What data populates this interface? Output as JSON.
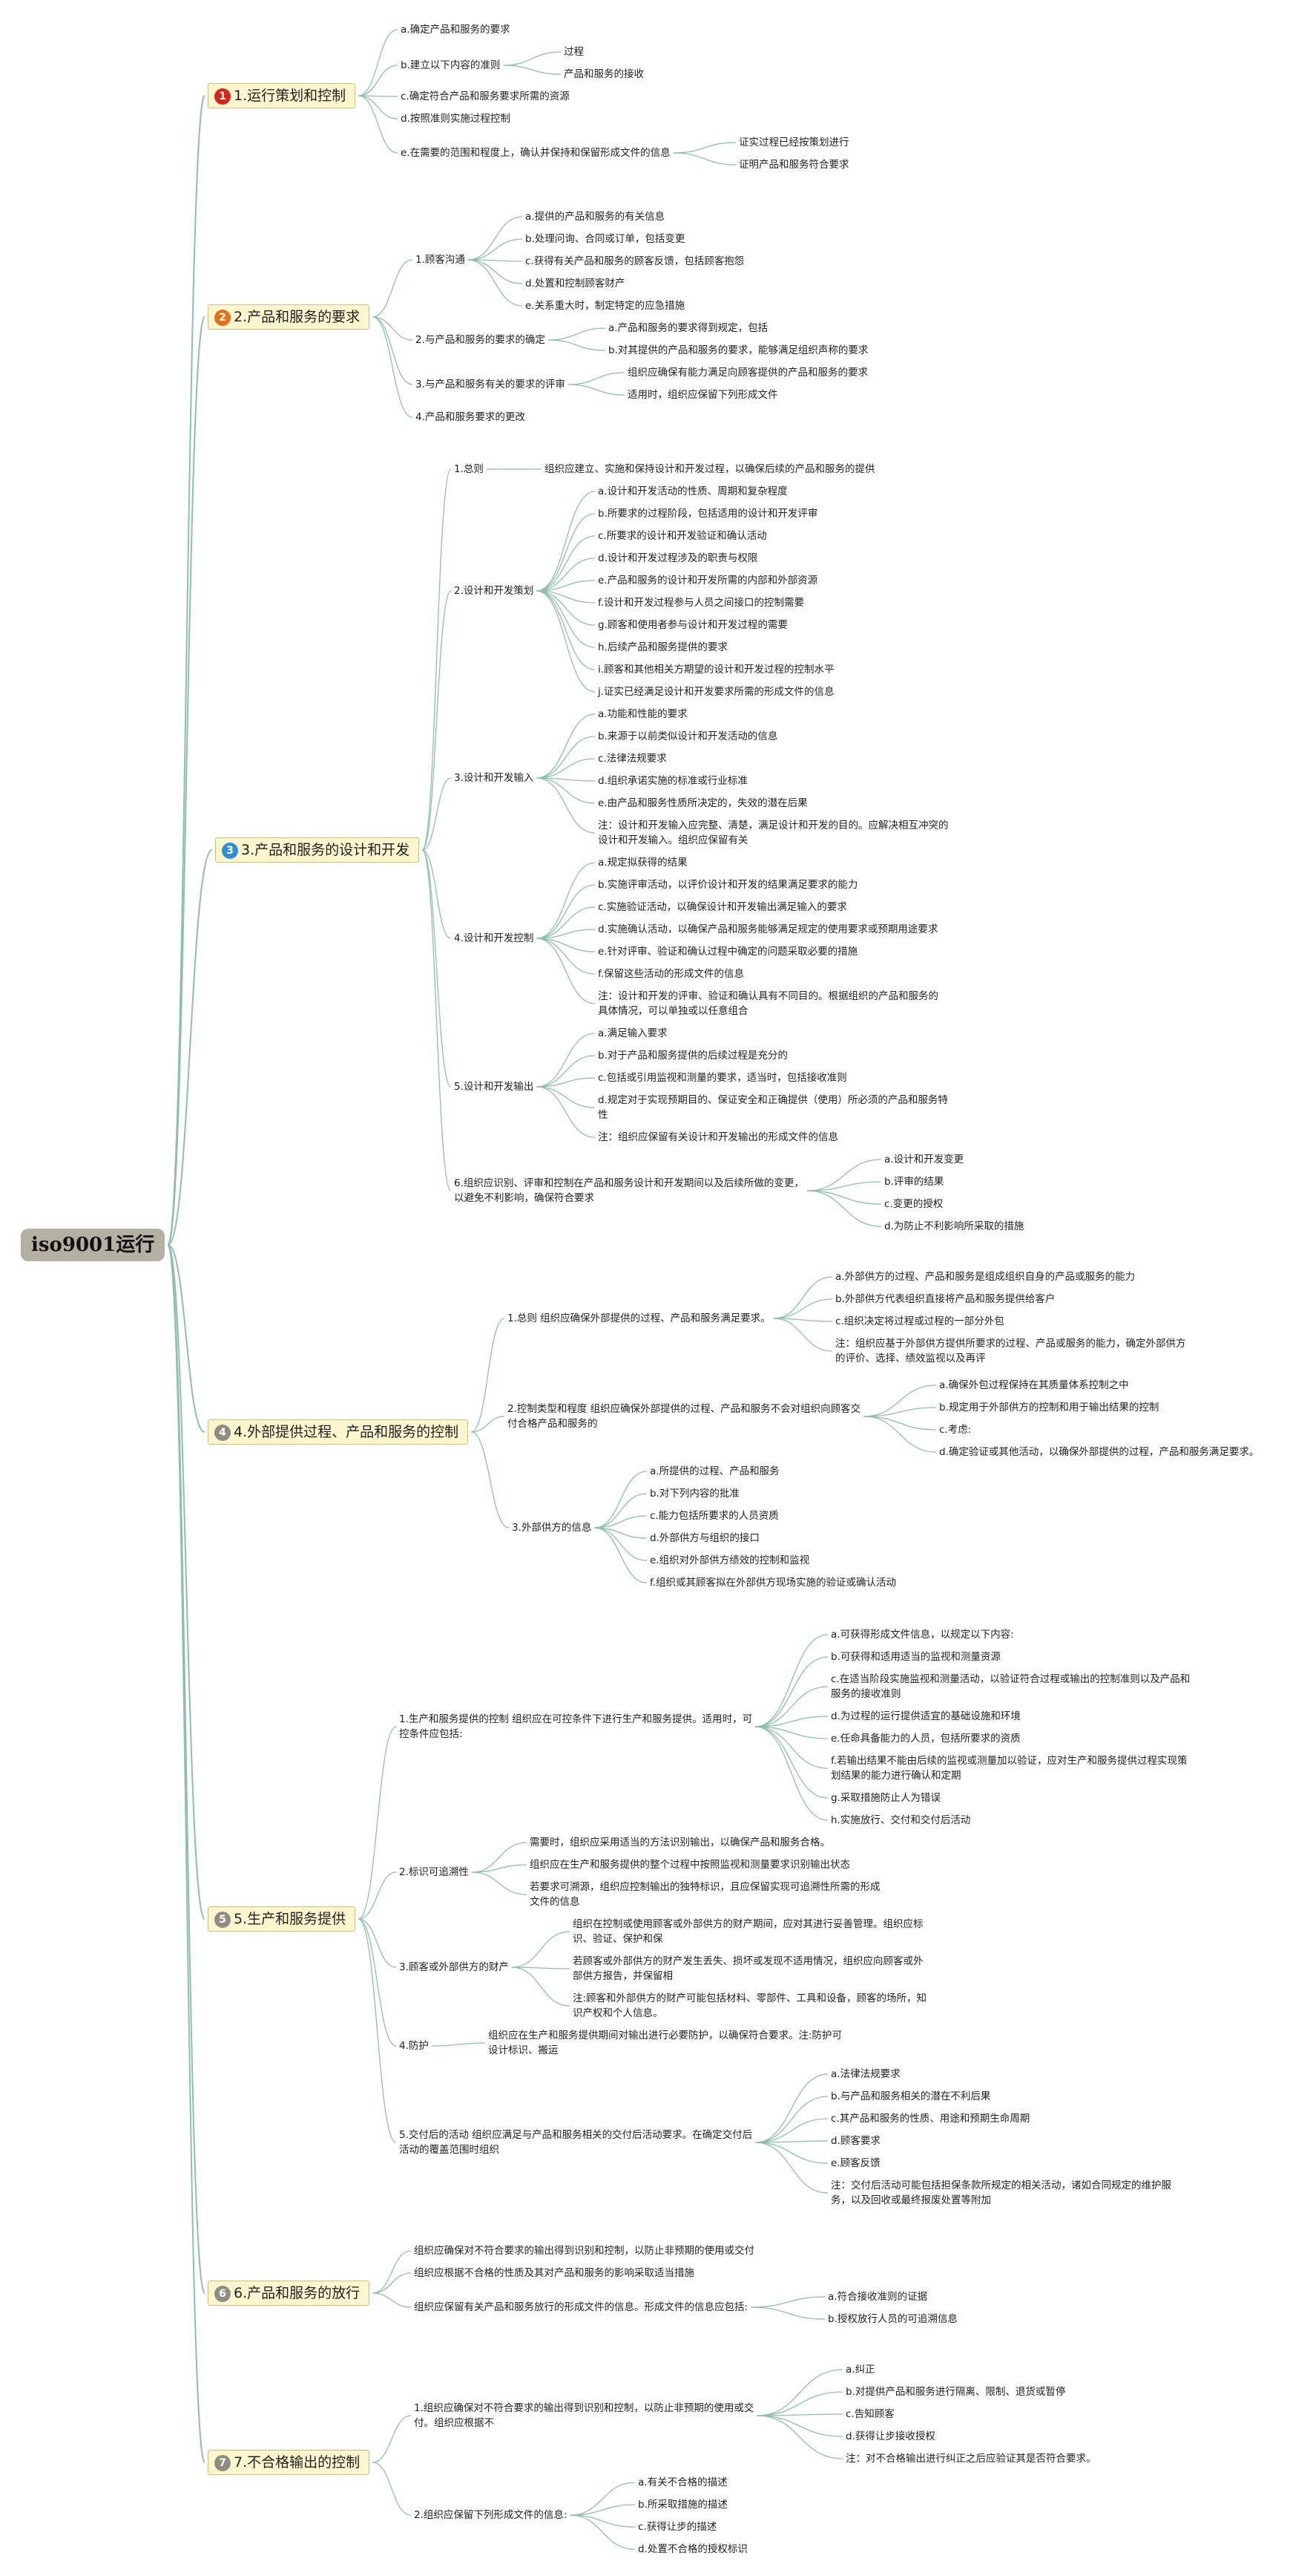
{
  "root": "iso9001运行",
  "badges": {
    "b1": "1",
    "b2": "2",
    "b3": "3",
    "b4": "4",
    "b5": "5",
    "b6": "6",
    "b7": "7"
  },
  "colors": {
    "b1": "#d2281c",
    "b2": "#e1721b",
    "b3": "#2f8fd6",
    "b4": "#8e8c84",
    "b5": "#8e8c84",
    "b6": "#8e8c84",
    "b7": "#8e8c84",
    "line": "#8fbfaa"
  },
  "s1": {
    "title": "1.运行策划和控制",
    "a": "a.确定产品和服务的要求",
    "b": "b.建立以下内容的准则",
    "b1": "过程",
    "b2": "产品和服务的接收",
    "c": "c.确定符合产品和服务要求所需的资源",
    "d": "d.按照准则实施过程控制",
    "e": "e.在需要的范围和程度上，确认并保持和保留形成文件的信息",
    "e1": "证实过程已经按策划进行",
    "e2": "证明产品和服务符合要求"
  },
  "s2": {
    "title": "2.产品和服务的要求",
    "n1": "1.顾客沟通",
    "n1a": "a.提供的产品和服务的有关信息",
    "n1b": "b.处理问询、合同或订单，包括变更",
    "n1c": "c.获得有关产品和服务的顾客反馈，包括顾客抱怨",
    "n1d": "d.处置和控制顾客财产",
    "n1e": "e.关系重大时，制定特定的应急措施",
    "n2": "2.与产品和服务的要求的确定",
    "n2a": "a.产品和服务的要求得到规定，包括",
    "n2b": "b.对其提供的产品和服务的要求，能够满足组织声称的要求",
    "n3": "3.与产品和服务有关的要求的评审",
    "n3a": "组织应确保有能力满足向顾客提供的产品和服务的要求",
    "n3b": "适用时，组织应保留下列形成文件",
    "n4": "4.产品和服务要求的更改"
  },
  "s3": {
    "title": "3.产品和服务的设计和开发",
    "n1": "1.总则",
    "n1a": "组织应建立、实施和保持设计和开发过程，以确保后续的产品和服务的提供",
    "n2": "2.设计和开发策划",
    "n2a": "a.设计和开发活动的性质、周期和复杂程度",
    "n2b": "b.所要求的过程阶段，包括适用的设计和开发评审",
    "n2c": "c.所要求的设计和开发验证和确认活动",
    "n2d": "d.设计和开发过程涉及的职责与权限",
    "n2e": "e.产品和服务的设计和开发所需的内部和外部资源",
    "n2f": "f.设计和开发过程参与人员之间接口的控制需要",
    "n2g": "g.顾客和使用者参与设计和开发过程的需要",
    "n2h": "h.后续产品和服务提供的要求",
    "n2i": "i.顾客和其他相关方期望的设计和开发过程的控制水平",
    "n2j": "j.证实已经满足设计和开发要求所需的形成文件的信息",
    "n3": "3.设计和开发输入",
    "n3a": "a.功能和性能的要求",
    "n3b": "b.来源于以前类似设计和开发活动的信息",
    "n3c": "c.法律法规要求",
    "n3d": "d.组织承诺实施的标准或行业标准",
    "n3e": "e.由产品和服务性质所决定的，失效的潜在后果",
    "n3f": "注：设计和开发输入应完整、清楚，满足设计和开发的目的。应解决相互冲突的\n设计和开发输入。组织应保留有关",
    "n4": "4.设计和开发控制",
    "n4a": "a.规定拟获得的结果",
    "n4b": "b.实施评审活动，以评价设计和开发的结果满足要求的能力",
    "n4c": "c.实施验证活动，以确保设计和开发输出满足输入的要求",
    "n4d": "d.实施确认活动，以确保产品和服务能够满足规定的使用要求或预期用途要求",
    "n4e": "e.针对评审、验证和确认过程中确定的问题采取必要的措施",
    "n4f": "f.保留这些活动的形成文件的信息",
    "n4g": "注：设计和开发的评审、验证和确认具有不同目的。根据组织的产品和服务的\n具体情况，可以单独或以任意组合",
    "n5": "5.设计和开发输出",
    "n5a": "a.满足输入要求",
    "n5b": "b.对于产品和服务提供的后续过程是充分的",
    "n5c": "c.包括或引用监视和测量的要求，适当时，包括接收准则",
    "n5d": "d.规定对于实现预期目的、保证安全和正确提供（使用）所必须的产品和服务特\n性",
    "n5e": "注：组织应保留有关设计和开发输出的形成文件的信息",
    "n6": "6.组织应识别、评审和控制在产品和服务设计和开发期间以及后续所做的变更，\n以避免不利影响，确保符合要求",
    "n6a": "a.设计和开发变更",
    "n6b": "b.评审的结果",
    "n6c": "c.变更的授权",
    "n6d": "d.为防止不利影响所采取的措施"
  },
  "s4": {
    "title": "4.外部提供过程、产品和服务的控制",
    "n1": "1.总则 组织应确保外部提供的过程、产品和服务满足要求。",
    "n1a": "a.外部供方的过程、产品和服务是组成组织自身的产品或服务的能力",
    "n1b": "b.外部供方代表组织直接将产品和服务提供给客户",
    "n1c": "c.组织决定将过程或过程的一部分外包",
    "n1d": "注：组织应基于外部供方提供所要求的过程、产品或服务的能力，确定外部供方\n的评价、选择、绩效监视以及再评",
    "n2": "2.控制类型和程度 组织应确保外部提供的过程、产品和服务不会对组织向顾客交\n付合格产品和服务的",
    "n2a": "a.确保外包过程保持在其质量体系控制之中",
    "n2b": "b.规定用于外部供方的控制和用于输出结果的控制",
    "n2c": "c.考虑:",
    "n2d": "d.确定验证或其他活动，以确保外部提供的过程，产品和服务满足要求。",
    "n3": "3.外部供方的信息",
    "n3a": "a.所提供的过程、产品和服务",
    "n3b": "b.对下列内容的批准",
    "n3c": "c.能力包括所要求的人员资质",
    "n3d": "d.外部供方与组织的接口",
    "n3e": "e.组织对外部供方绩效的控制和监视",
    "n3f": "f.组织或其顾客拟在外部供方现场实施的验证或确认活动"
  },
  "s5": {
    "title": "5.生产和服务提供",
    "n1": "1.生产和服务提供的控制 组织应在可控条件下进行生产和服务提供。适用时，可\n控条件应包括:",
    "n1a": "a.可获得形成文件信息，以规定以下内容:",
    "n1b": "b.可获得和适用适当的监视和测量资源",
    "n1c": "c.在适当阶段实施监视和测量活动，以验证符合过程或输出的控制准则以及产品和\n服务的接收准则",
    "n1d": "d.为过程的运行提供适宜的基础设施和环境",
    "n1e": "e.任命具备能力的人员，包括所要求的资质",
    "n1f": "f.若输出结果不能由后续的监视或测量加以验证，应对生产和服务提供过程实现策\n划结果的能力进行确认和定期",
    "n1g": "g.采取措施防止人为错误",
    "n1h": "h.实施放行、交付和交付后活动",
    "n2": "2.标识可追溯性",
    "n2a": "需要时，组织应采用适当的方法识别输出，以确保产品和服务合格。",
    "n2b": "组织应在生产和服务提供的整个过程中按照监视和测量要求识别输出状态",
    "n2c": "若要求可溯源，组织应控制输出的独特标识，且应保留实现可追溯性所需的形成\n文件的信息",
    "n3": "3.顾客或外部供方的财产",
    "n3a": "组织在控制或使用顾客或外部供方的财产期间，应对其进行妥善管理。组织应标\n识、验证、保护和保",
    "n3b": "若顾客或外部供方的财产发生丢失、损坏或发现不适用情况，组织应向顾客或外\n部供方报告，并保留相",
    "n3c": "注:顾客和外部供方的财产可能包括材料、零部件、工具和设备，顾客的场所，知\n识产权和个人信息。",
    "n4": "4.防护",
    "n4a": "组织应在生产和服务提供期间对输出进行必要防护，以确保符合要求。注:防护可\n设计标识、搬运",
    "n5": "5.交付后的活动 组织应满足与产品和服务相关的交付后活动要求。在确定交付后\n活动的覆盖范围时组织",
    "n5a": "a.法律法规要求",
    "n5b": "b.与产品和服务相关的潜在不利后果",
    "n5c": "c.其产品和服务的性质、用途和预期生命周期",
    "n5d": "d.顾客要求",
    "n5e": "e.顾客反馈",
    "n5f": "注：交付后活动可能包括担保条款所规定的相关活动，诸如合同规定的维护服\n务，以及回收或最终报废处置等附加"
  },
  "s6": {
    "title": "6.产品和服务的放行",
    "n1": "组织应确保对不符合要求的输出得到识别和控制，以防止非预期的使用或交付",
    "n2": "组织应根据不合格的性质及其对产品和服务的影响采取适当措施",
    "n3": "组织应保留有关产品和服务放行的形成文件的信息。形成文件的信息应包括:",
    "n3a": "a.符合接收准则的证据",
    "n3b": "b.授权放行人员的可追溯信息"
  },
  "s7": {
    "title": "7.不合格输出的控制",
    "n1": "1.组织应确保对不符合要求的输出得到识别和控制，以防止非预期的使用或交\n付。组织应根据不",
    "n1a": "a.纠正",
    "n1b": "b.对提供产品和服务进行隔离、限制、退货或暂停",
    "n1c": "c.告知顾客",
    "n1d": "d.获得让步接收授权",
    "n1e": "注：对不合格输出进行纠正之后应验证其是否符合要求。",
    "n2": "2.组织应保留下列形成文件的信息:",
    "n2a": "a.有关不合格的描述",
    "n2b": "b.所采取措施的描述",
    "n2c": "c.获得让步的描述",
    "n2d": "d.处置不合格的授权标识"
  }
}
